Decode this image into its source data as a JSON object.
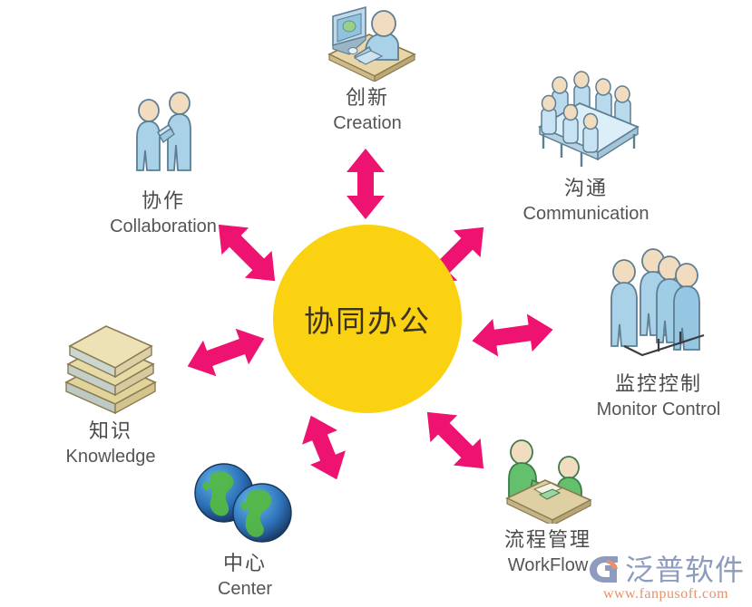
{
  "diagram": {
    "type": "hub-and-spoke",
    "center": {
      "label_cn": "协同办公",
      "label_en": "",
      "fill_color": "#fad212",
      "text_color": "#3d3222"
    },
    "arrow_color": "#ee1271",
    "label_color": "#4b4b4b",
    "nodes": [
      {
        "id": "creation",
        "label_cn": "创新",
        "label_en": "Creation",
        "icon": "person-at-computer-desk-icon",
        "position": "top",
        "arrow": "double-headed-vertical"
      },
      {
        "id": "collaboration",
        "label_cn": "协作",
        "label_en": "Collaboration",
        "icon": "two-people-handshake-icon",
        "position": "top-left",
        "arrow": "double-headed-diagonal"
      },
      {
        "id": "communication",
        "label_cn": "沟通",
        "label_en": "Communication",
        "icon": "meeting-table-people-icon",
        "position": "top-right",
        "arrow": "double-headed-diagonal"
      },
      {
        "id": "monitor-control",
        "label_cn": "监控控制",
        "label_en": "Monitor  Control",
        "icon": "people-org-chart-icon",
        "position": "right",
        "arrow": "double-headed-horizontal"
      },
      {
        "id": "workflow",
        "label_cn": "流程管理",
        "label_en": "WorkFlow",
        "icon": "two-people-document-desk-icon",
        "position": "bottom-right",
        "arrow": "double-headed-diagonal"
      },
      {
        "id": "center",
        "label_cn": "中心",
        "label_en": "Center",
        "icon": "two-globes-icon",
        "position": "bottom",
        "arrow": "double-headed-vertical"
      },
      {
        "id": "knowledge",
        "label_cn": "知识",
        "label_en": "Knowledge",
        "icon": "stack-of-books-icon",
        "position": "left",
        "arrow": "double-headed-horizontal"
      }
    ]
  },
  "watermark": {
    "brand": "泛普软件",
    "url": "www.fanpusoft.com",
    "brand_color": "#8d9bbf",
    "url_color": "#e8916a"
  }
}
